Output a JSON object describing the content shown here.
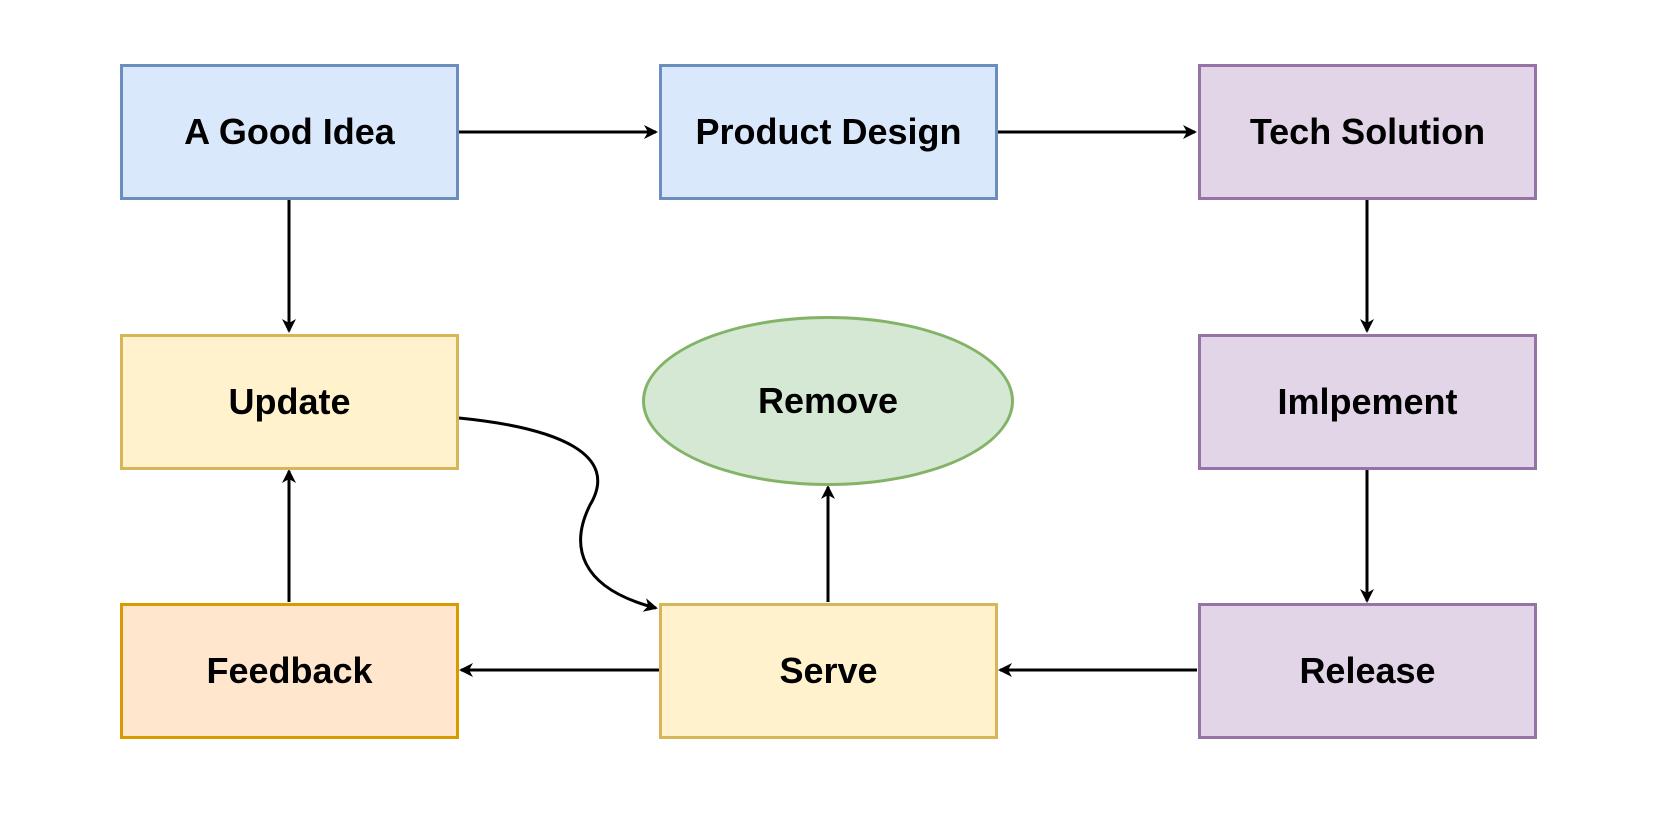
{
  "diagram": {
    "nodes": [
      {
        "id": "idea",
        "label": "A Good Idea",
        "fill": "#dae8fc",
        "stroke": "#6c8ebf"
      },
      {
        "id": "design",
        "label": "Product Design",
        "fill": "#dae8fc",
        "stroke": "#6c8ebf"
      },
      {
        "id": "tech",
        "label": "Tech Solution",
        "fill": "#e1d5e7",
        "stroke": "#9673a6"
      },
      {
        "id": "update",
        "label": "Update",
        "fill": "#fff2cc",
        "stroke": "#d6b656"
      },
      {
        "id": "remove",
        "label": "Remove",
        "fill": "#d5e8d4",
        "stroke": "#82b366"
      },
      {
        "id": "implement",
        "label": "Imlpement",
        "fill": "#e1d5e7",
        "stroke": "#9673a6"
      },
      {
        "id": "feedback",
        "label": "Feedback",
        "fill": "#ffe6cc",
        "stroke": "#d79b00"
      },
      {
        "id": "serve",
        "label": "Serve",
        "fill": "#fff2cc",
        "stroke": "#d6b656"
      },
      {
        "id": "release",
        "label": "Release",
        "fill": "#e1d5e7",
        "stroke": "#9673a6"
      }
    ],
    "edges": [
      {
        "from": "idea",
        "to": "design"
      },
      {
        "from": "design",
        "to": "tech"
      },
      {
        "from": "idea",
        "to": "update"
      },
      {
        "from": "tech",
        "to": "implement"
      },
      {
        "from": "implement",
        "to": "release"
      },
      {
        "from": "release",
        "to": "serve"
      },
      {
        "from": "serve",
        "to": "feedback"
      },
      {
        "from": "feedback",
        "to": "update"
      },
      {
        "from": "serve",
        "to": "remove"
      },
      {
        "from": "update",
        "to": "serve"
      }
    ],
    "edge_color": "#000000"
  }
}
